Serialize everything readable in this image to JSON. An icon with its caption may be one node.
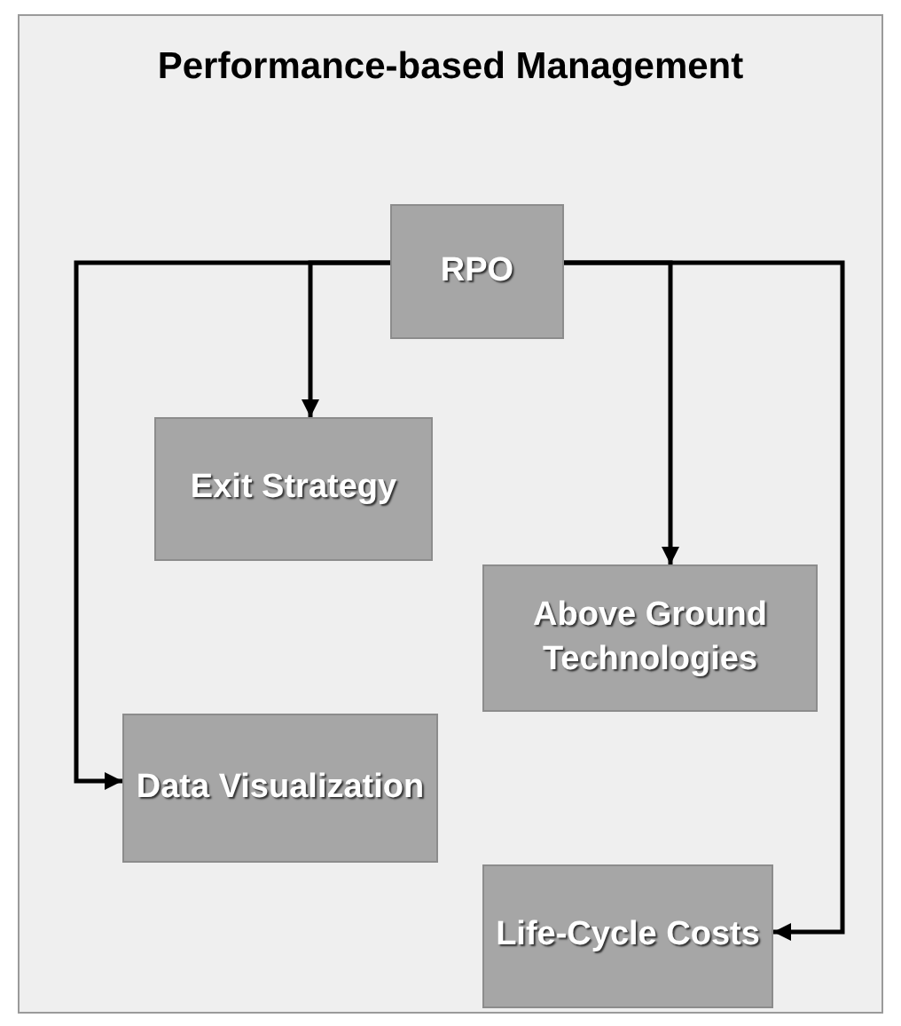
{
  "diagram": {
    "title": "Performance-based Management",
    "nodes": [
      {
        "text": [
          "RPO"
        ]
      },
      {
        "text": [
          "Exit Strategy"
        ]
      },
      {
        "text": [
          "Above Ground Technologies"
        ]
      },
      {
        "text": [
          "Data Visualization"
        ]
      },
      {
        "text": [
          "Life-Cycle Costs"
        ]
      }
    ],
    "edges": [
      {
        "from": 0,
        "to": 1,
        "arrow": "to"
      },
      {
        "from": 0,
        "to": 2,
        "arrow": "to"
      },
      {
        "from": 0,
        "to": 3,
        "arrow": "to"
      },
      {
        "from": 0,
        "to": 4,
        "arrow": "to"
      }
    ]
  }
}
